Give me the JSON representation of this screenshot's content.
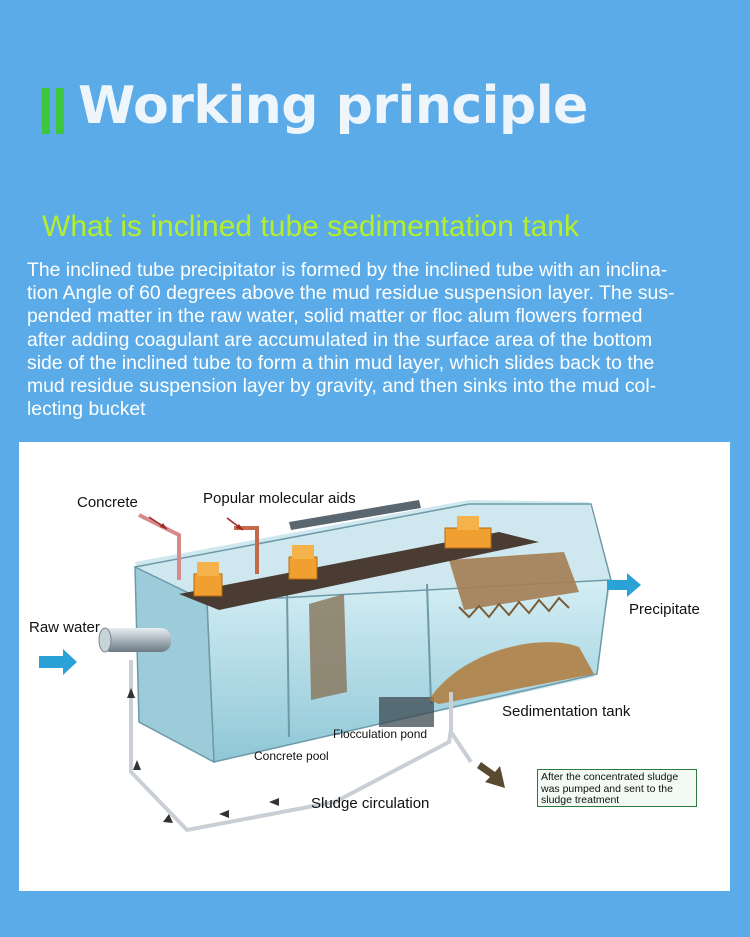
{
  "header": {
    "title": "Working principle",
    "subtitle": "What is inclined tube sedimentation tank",
    "description_lines": [
      "The inclined tube precipitator is formed by the inclined tube with an inclina-",
      "tion Angle of 60 degrees above the mud residue suspension layer. The sus-",
      "pended matter in the raw water, solid matter or floc alum flowers formed",
      "after adding coagulant are accumulated in the surface area of the bottom",
      "side of the inclined tube to form a thin mud layer, which slides back to the",
      "mud residue suspension layer by gravity, and then sinks into the mud col-",
      "lecting bucket"
    ]
  },
  "diagram": {
    "labels": {
      "concrete": "Concrete",
      "popular_molecular_aids": "Popular molecular aids",
      "raw_water": "Raw water",
      "precipitate": "Precipitate",
      "sedimentation_tank": "Sedimentation tank",
      "flocculation_pond": "Flocculation pond",
      "concrete_pool": "Concrete pool",
      "sludge_circulation": "Sludge circulation"
    },
    "note_lines": [
      "After the concentrated sludge",
      "was pumped and sent to the",
      "sludge treatment"
    ]
  },
  "colors": {
    "background": "#5aabe8",
    "title_text": "#eef5fb",
    "accent_bar": "#3ec63e",
    "subtitle_text": "#b6ee2c",
    "water": "#bfe2ec",
    "motor": "#f0a030",
    "sludge": "#b07a3a",
    "flow_arrow": "#2aa2d8"
  }
}
